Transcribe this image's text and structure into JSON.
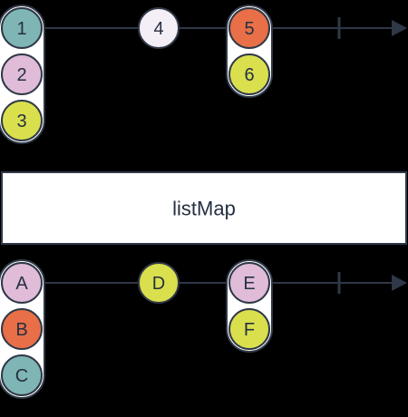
{
  "operator": {
    "label": "listMap"
  },
  "colors": {
    "background": "#000000",
    "timeline": "#2f3847",
    "stroke": "#2f3847",
    "teal": "#7fb5b5",
    "pink": "#e0bcd9",
    "yellow": "#dae04d",
    "orange": "#e86f47",
    "white": "#f4eff7",
    "box_fill": "#ffffff"
  },
  "input": {
    "groups": [
      {
        "items": [
          {
            "label": "1",
            "color": "teal"
          },
          {
            "label": "2",
            "color": "pink"
          },
          {
            "label": "3",
            "color": "yellow"
          }
        ]
      },
      {
        "items": [
          {
            "label": "4",
            "color": "white"
          }
        ]
      },
      {
        "items": [
          {
            "label": "5",
            "color": "orange"
          },
          {
            "label": "6",
            "color": "yellow"
          }
        ]
      }
    ]
  },
  "output": {
    "groups": [
      {
        "items": [
          {
            "label": "A",
            "color": "pink"
          },
          {
            "label": "B",
            "color": "orange"
          },
          {
            "label": "C",
            "color": "teal"
          }
        ]
      },
      {
        "items": [
          {
            "label": "D",
            "color": "yellow"
          }
        ]
      },
      {
        "items": [
          {
            "label": "E",
            "color": "pink"
          },
          {
            "label": "F",
            "color": "yellow"
          }
        ]
      }
    ]
  }
}
